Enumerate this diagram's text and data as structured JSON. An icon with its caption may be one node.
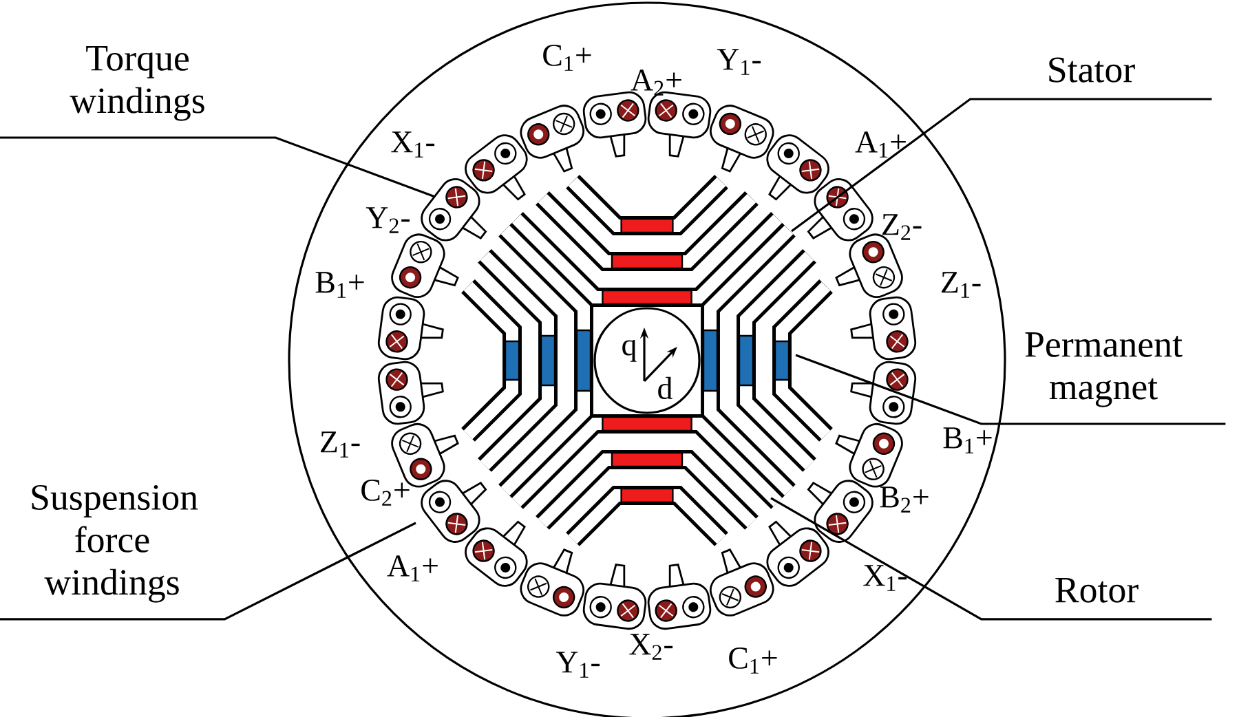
{
  "diagram": {
    "nodes": [
      {
        "text": [
          "Torque windings"
        ]
      },
      {
        "text": [
          "Stator"
        ]
      },
      {
        "text": [
          "Permanent magnet"
        ]
      },
      {
        "text": [
          "Suspension force windings"
        ]
      },
      {
        "text": [
          "Rotor"
        ]
      }
    ],
    "edges": [
      {
        "from": 0,
        "to": null,
        "arrow": "none"
      },
      {
        "from": 1,
        "to": null,
        "arrow": "none"
      },
      {
        "from": 2,
        "to": null,
        "arrow": "none"
      },
      {
        "from": 3,
        "to": null,
        "arrow": "none"
      },
      {
        "from": 4,
        "to": null,
        "arrow": "none"
      }
    ],
    "labels": [
      "C$_{1}$+",
      "A$_{2}$+",
      "Y$_{1}$-",
      "X$_{1}$-",
      "A$_{1}$+",
      "Y$_{2}$-",
      "Z$_{2}$-",
      "B$_{1}$+",
      "Z$_{1}$-",
      "q",
      "d",
      "Z$_{1}$-",
      "B$_{1}$+",
      "C$_{2}$+",
      "B$_{2}$+",
      "A$_{1}$+",
      "X$_{1}$-",
      "X$_{2}$-",
      "Y$_{1}$-",
      "C$_{1}$+"
    ]
  }
}
